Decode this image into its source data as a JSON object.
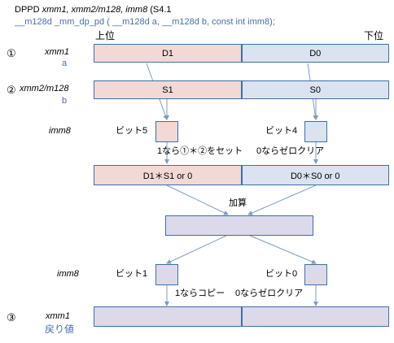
{
  "header": {
    "line1_prefix": "DPPD ",
    "line1_ops": "xmm1, xmm2/m128, imm8",
    "line1_suffix": " (S4.1",
    "line2": "__m128d  _mm_dp_pd  ( __m128d a, __m128d b, const int imm8);"
  },
  "position_labels": {
    "upper": "上位",
    "lower": "下位"
  },
  "rows": {
    "r1": {
      "num": "①",
      "name": "xmm1",
      "alias": "a",
      "hi": "D1",
      "lo": "D0"
    },
    "r2": {
      "num": "②",
      "name": "xmm2/m128",
      "alias": "b",
      "hi": "S1",
      "lo": "S0"
    },
    "r3": {
      "hi": "D1＊S1 or 0",
      "lo": "D0＊S0 or 0"
    },
    "result": {
      "num": "③",
      "name": "xmm1",
      "alias": "戻り値"
    }
  },
  "imm8_a": {
    "label": "imm8",
    "bit_hi": "ビット5",
    "bit_lo": "ビット4",
    "desc_hi": "1なら①＊②をセット",
    "desc_lo": "0ならゼロクリア"
  },
  "add_label": "加算",
  "imm8_b": {
    "label": "imm8",
    "bit_hi": "ビット1",
    "bit_lo": "ビット0",
    "desc_hi": "1ならコピー",
    "desc_lo": "0ならゼロクリア"
  },
  "colors": {
    "border": "#3b6fa8",
    "pink": "#f2d9d6",
    "light_blue": "#dae3ef",
    "lavender": "#dcdaea",
    "arrow": "#7a9cc8"
  }
}
